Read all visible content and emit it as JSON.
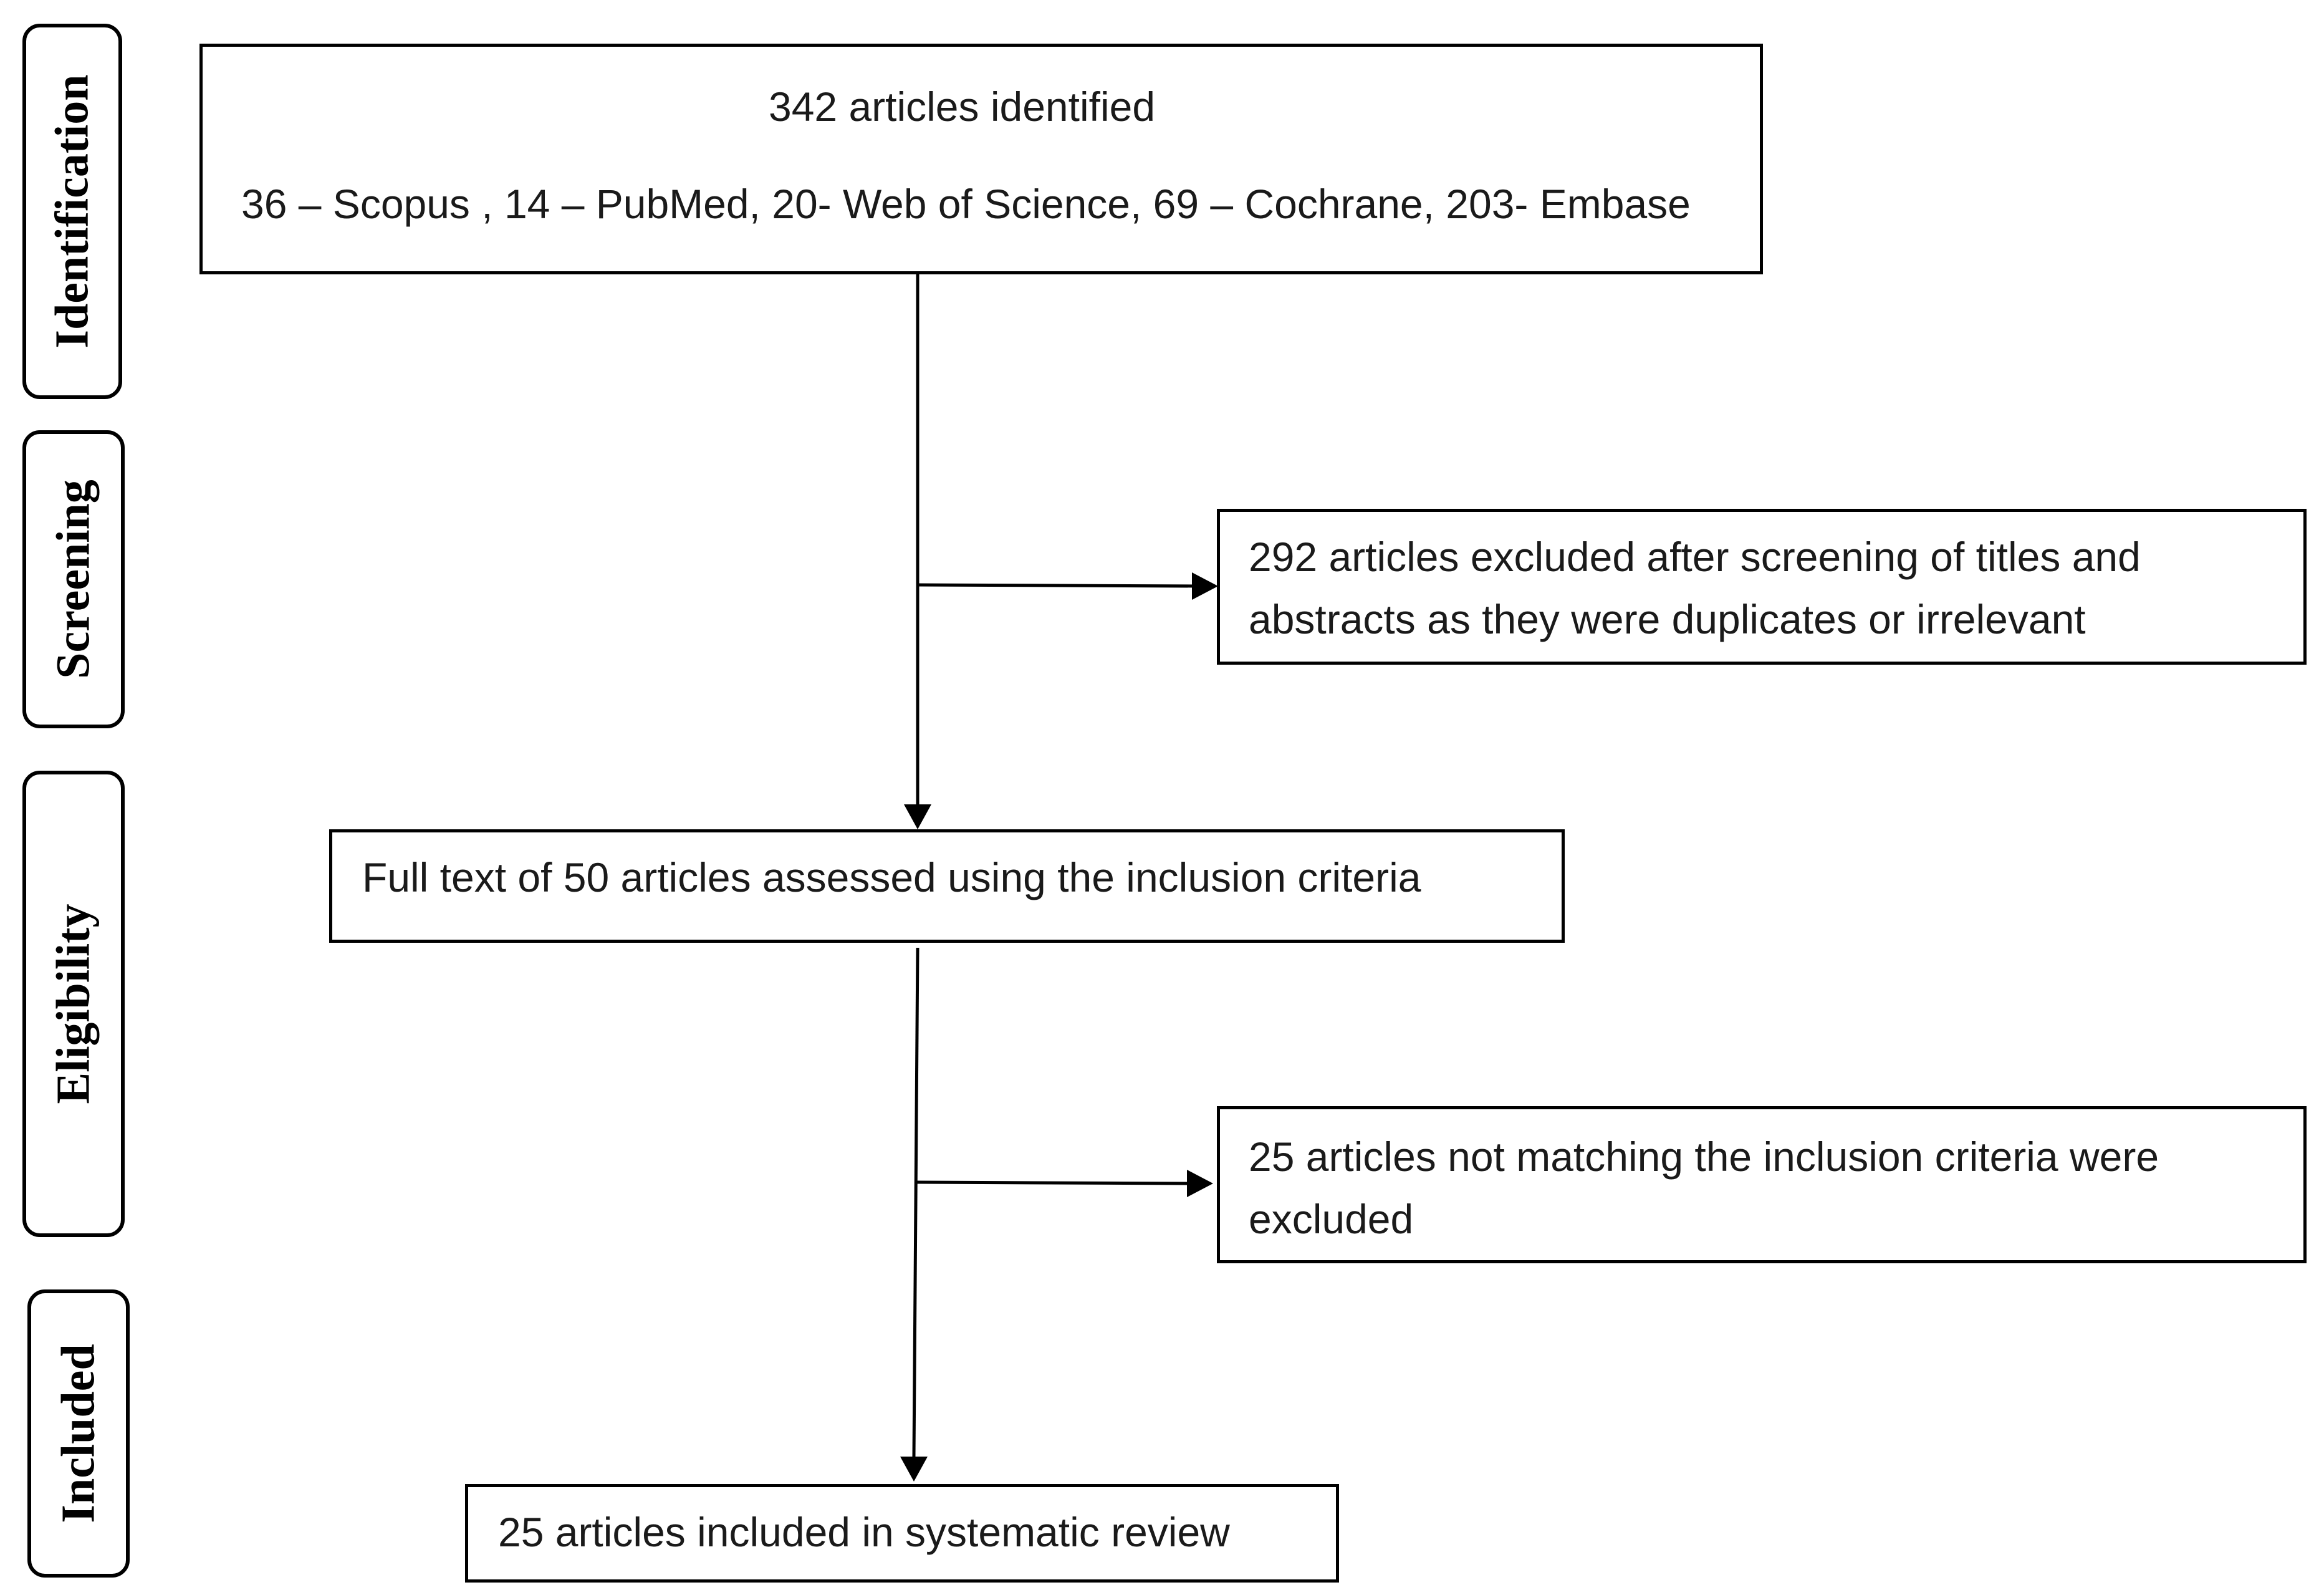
{
  "stages": {
    "identification": "Identification",
    "screening": "Screening",
    "eligibility": "Eligibility",
    "included": "Included"
  },
  "boxes": {
    "identified": {
      "line1": "342  articles identified",
      "line2": "36 – Scopus , 14 – PubMed, 20- Web of Science, 69 – Cochrane, 203- Embase"
    },
    "screening_excluded": {
      "line1": "292  articles excluded after screening of titles and",
      "line2": "abstracts as they were duplicates or irrelevant"
    },
    "full_text": {
      "line1": "Full text of 50 articles assessed using the inclusion criteria"
    },
    "eligibility_excluded": {
      "line1": "25 articles not matching the inclusion criteria were",
      "line2": "excluded"
    },
    "included": {
      "line1": "25 articles included in systematic review"
    }
  },
  "colors": {
    "stroke": "#000000",
    "text": "#1a1a1a",
    "background": "#ffffff"
  }
}
